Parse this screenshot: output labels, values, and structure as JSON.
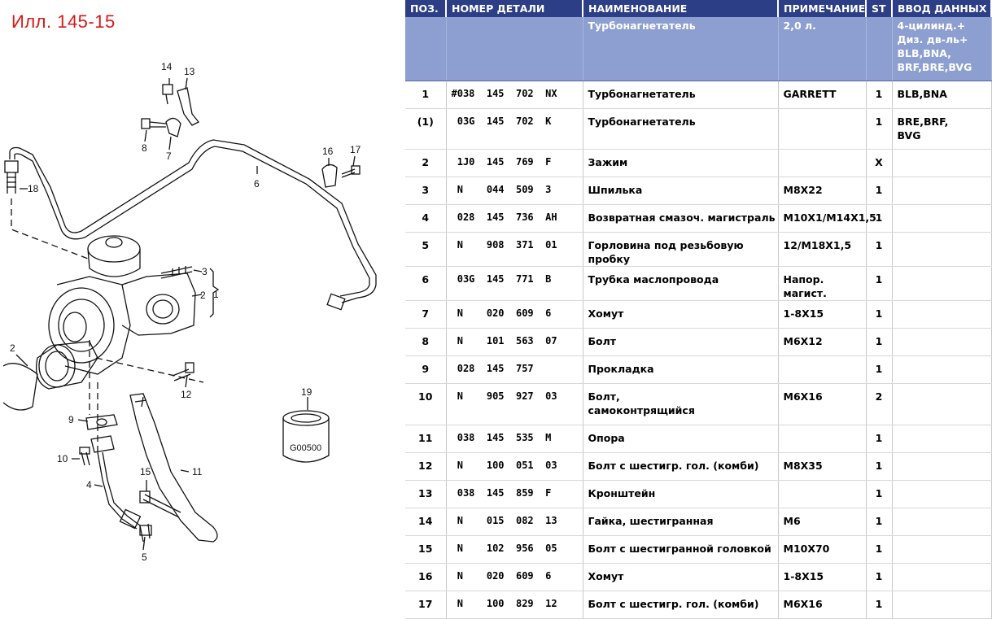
{
  "illustration": {
    "title": "Илл. 145-15",
    "callouts": [
      "1",
      "2",
      "2",
      "3",
      "4",
      "5",
      "6",
      "7",
      "8",
      "9",
      "10",
      "11",
      "12",
      "13",
      "14",
      "15",
      "16",
      "17",
      "18",
      "19"
    ],
    "filter_label": "G00500"
  },
  "table": {
    "headers": {
      "pos": "ПОЗ.",
      "part": "НОМЕР ДЕТАЛИ",
      "name": "НАИМЕНОВАНИЕ",
      "note": "ПРИМЕЧАНИЕ",
      "st": "ST",
      "input": "ВВОД ДАННЫХ"
    },
    "group": {
      "name": "Турбонагнетатель",
      "note": "2,0 л.",
      "input": [
        "4-цилинд.+",
        "Диз. дв-ль+",
        "BLB,BNA,",
        "BRF,BRE,BVG"
      ]
    },
    "rows": [
      {
        "pos": "1",
        "part": "#038  145  702  NX",
        "name": "Турбонагнетатель",
        "note": "GARRETT",
        "st": "1",
        "input": "BLB,BNA",
        "h": 34
      },
      {
        "pos": "(1)",
        "part": " 03G  145  702  K",
        "name": "Турбонагнетатель",
        "note": "",
        "st": "1",
        "input": "BRE,BRF,\nBVG",
        "h": 50
      },
      {
        "pos": "2",
        "part": " 1J0  145  769  F",
        "name": "Зажим",
        "note": "",
        "st": "X",
        "input": "",
        "h": 34
      },
      {
        "pos": "3",
        "part": " N    044  509  3",
        "name": "Шпилька",
        "note": "M8X22",
        "st": "1",
        "input": "",
        "h": 34
      },
      {
        "pos": "4",
        "part": " 028  145  736  AH",
        "name": "Возвратная смазоч. магистраль",
        "note": "M10X1/M14X1,5",
        "st": "1",
        "input": "",
        "h": 34
      },
      {
        "pos": "5",
        "part": " N    908  371  01",
        "name": "Горловина под резьбовую пробку",
        "note": "12/M18X1,5",
        "st": "1",
        "input": "",
        "h": 34
      },
      {
        "pos": "6",
        "part": " 03G  145  771  B",
        "name": "Трубка маслопровода",
        "note": "Напор. магист.",
        "st": "1",
        "input": "",
        "h": 34
      },
      {
        "pos": "7",
        "part": " N    020  609  6",
        "name": "Хомут",
        "note": "1-8X15",
        "st": "1",
        "input": "",
        "h": 34
      },
      {
        "pos": "8",
        "part": " N    101  563  07",
        "name": "Болт",
        "note": "M6X12",
        "st": "1",
        "input": "",
        "h": 34
      },
      {
        "pos": "9",
        "part": " 028  145  757",
        "name": "Прокладка",
        "note": "",
        "st": "1",
        "input": "",
        "h": 34
      },
      {
        "pos": "10",
        "part": " N    905  927  03",
        "name": "Болт,\nсамоконтрящийся",
        "note": "M6X16",
        "st": "2",
        "input": "",
        "h": 51
      },
      {
        "pos": "11",
        "part": " 038  145  535  M",
        "name": "Опора",
        "note": "",
        "st": "1",
        "input": "",
        "h": 34
      },
      {
        "pos": "12",
        "part": " N    100  051  03",
        "name": "Болт с шестигр. гол. (комби)",
        "note": "M8X35",
        "st": "1",
        "input": "",
        "h": 34
      },
      {
        "pos": "13",
        "part": " 038  145  859  F",
        "name": "Кронштейн",
        "note": "",
        "st": "1",
        "input": "",
        "h": 34
      },
      {
        "pos": "14",
        "part": " N    015  082  13",
        "name": "Гайка, шестигранная",
        "note": "M6",
        "st": "1",
        "input": "",
        "h": 34
      },
      {
        "pos": "15",
        "part": " N    102  956  05",
        "name": "Болт с шестигранной головкой",
        "note": "M10X70",
        "st": "1",
        "input": "",
        "h": 34
      },
      {
        "pos": "16",
        "part": " N    020  609  6",
        "name": "Хомут",
        "note": "1-8X15",
        "st": "1",
        "input": "",
        "h": 34
      },
      {
        "pos": "17",
        "part": " N    100  829  12",
        "name": "Болт с шестигр. гол. (комби)",
        "note": "M6X16",
        "st": "1",
        "input": "",
        "h": 34
      }
    ]
  }
}
